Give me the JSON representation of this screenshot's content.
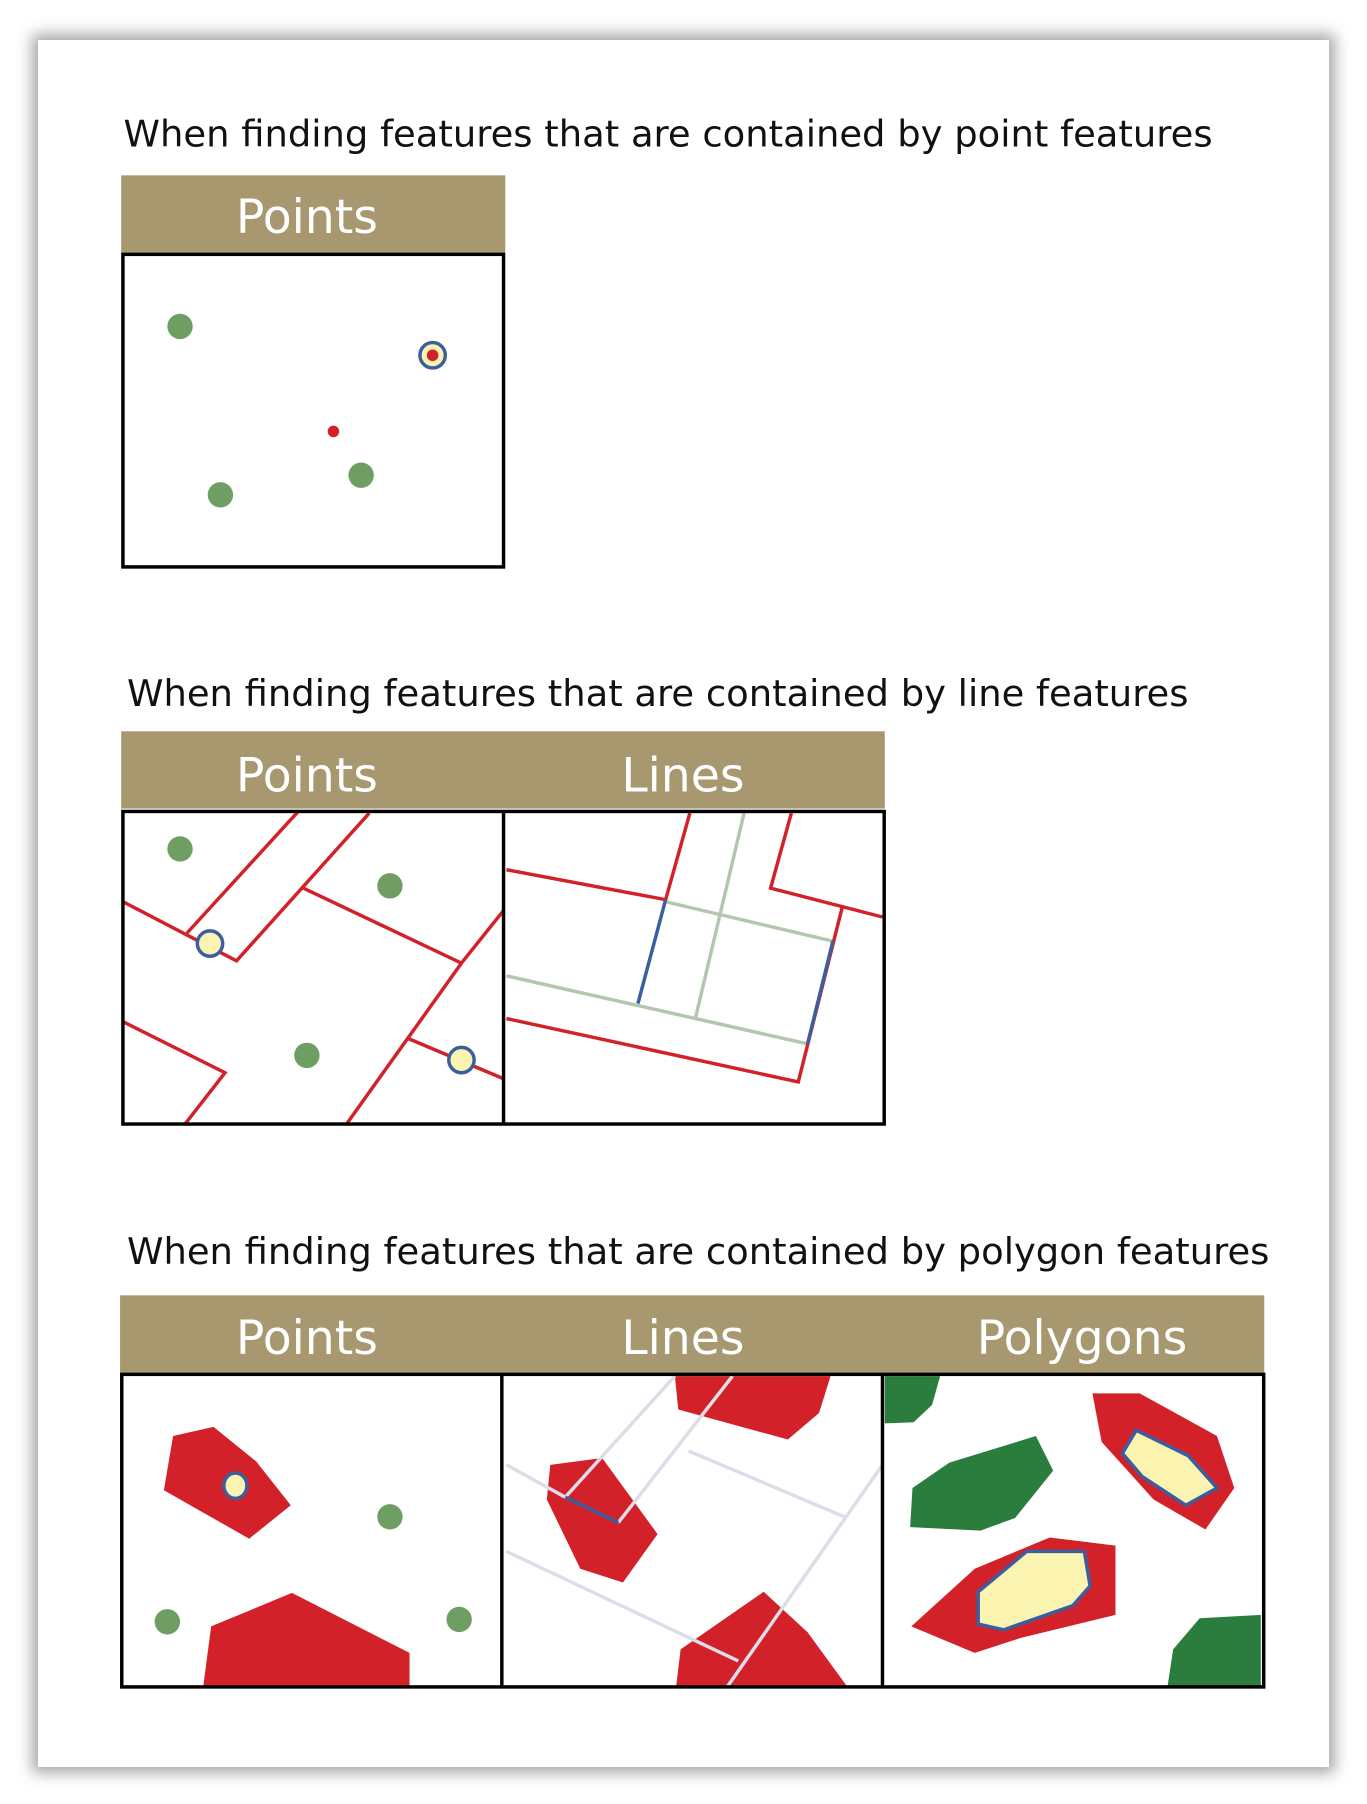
{
  "sections": [
    {
      "title": "When finding features that are contained by point features",
      "headers": [
        "Points"
      ]
    },
    {
      "title": "When finding features that are contained by line features",
      "headers": [
        "Points",
        "Lines"
      ]
    },
    {
      "title": "When finding features that are contained by polygon features",
      "headers": [
        "Points",
        "Lines",
        "Polygons"
      ]
    }
  ],
  "colors": {
    "header": "#a89870",
    "selected_fill": "#fbf3b0",
    "selected_outline": "#3b5ea0",
    "red": "#d22128",
    "point_green": "#6f9e63",
    "poly_green": "#2b7d3e",
    "line_green": "#b3c6ae",
    "line_grey": "#dcdde8"
  }
}
